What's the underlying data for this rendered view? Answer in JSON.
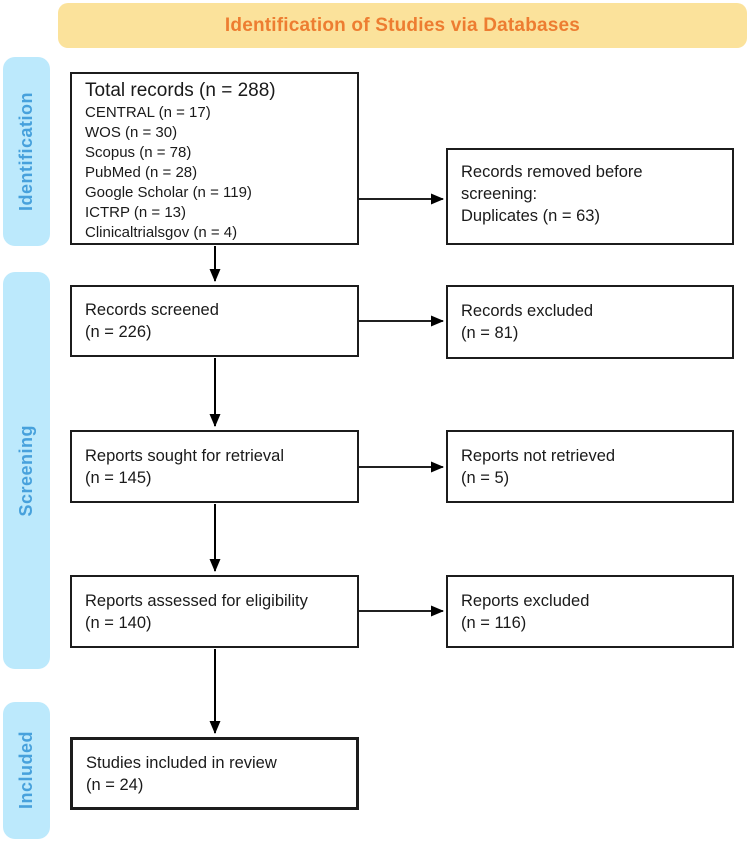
{
  "banner": {
    "title": "Identification of Studies via Databases",
    "bg_color": "#fbe29b",
    "text_color": "#ed7d31"
  },
  "stage_labels": {
    "bg_color": "#bce9fc",
    "text_color": "#47a1dc",
    "identification": "Identification",
    "screening": "Screening",
    "included": "Included"
  },
  "boxes": {
    "total_records": {
      "title": "Total records (n = 288)",
      "sources": [
        "CENTRAL (n = 17)",
        "WOS (n = 30)",
        "Scopus (n = 78)",
        "PubMed (n = 28)",
        "Google Scholar (n = 119)",
        "ICTRP (n = 13)",
        "Clinicaltrialsgov (n = 4)"
      ]
    },
    "records_removed": {
      "lines": [
        "Records removed before",
        "screening:",
        "Duplicates (n = 63)"
      ]
    },
    "records_screened": {
      "lines": [
        "Records screened",
        "(n = 226)"
      ]
    },
    "records_excluded": {
      "lines": [
        "Records excluded",
        "(n = 81)"
      ]
    },
    "reports_sought": {
      "lines": [
        "Reports sought for retrieval",
        "(n = 145)"
      ]
    },
    "reports_not_retrieved": {
      "lines": [
        "Reports not retrieved",
        "(n = 5)"
      ]
    },
    "reports_assessed": {
      "lines": [
        "Reports assessed for eligibility",
        "(n = 140)"
      ]
    },
    "reports_excluded": {
      "lines": [
        "Reports excluded",
        "(n = 116)"
      ]
    },
    "studies_included": {
      "lines": [
        "Studies included in review",
        "(n = 24)"
      ]
    }
  }
}
